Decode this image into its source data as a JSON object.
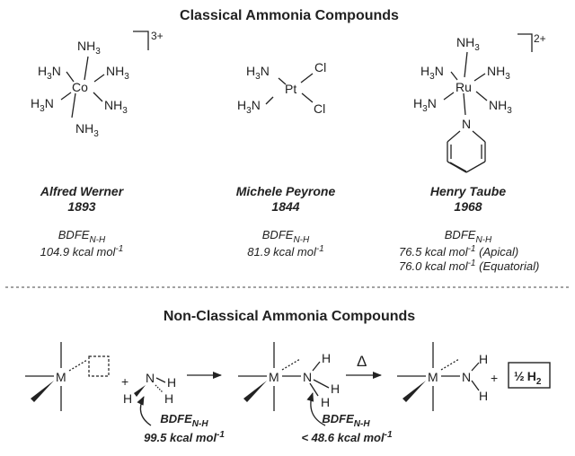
{
  "titles": {
    "classical": "Classical Ammonia Compounds",
    "non_classical": "Non-Classical Ammonia Compounds"
  },
  "atoms": {
    "co": "Co",
    "pt": "Pt",
    "ru": "Ru",
    "n": "N",
    "h": "H",
    "m": "M",
    "cl": "Cl",
    "nh3": "NH",
    "nh3_sub": "3",
    "h3n": "H",
    "h3n_sub": "3",
    "h3n_n": "N"
  },
  "charges": {
    "werner": "3+",
    "taube": "2+"
  },
  "compounds": [
    {
      "name": "Alfred Werner",
      "year": "1893",
      "bdfe_label": "BDFE",
      "bdfe_sub": "N-H",
      "values": [
        {
          "text": "104.9 kcal mol",
          "sup": "-1",
          "note": ""
        }
      ]
    },
    {
      "name": "Michele Peyrone",
      "year": "1844",
      "bdfe_label": "BDFE",
      "bdfe_sub": "N-H",
      "values": [
        {
          "text": "81.9 kcal mol",
          "sup": "-1",
          "note": ""
        }
      ]
    },
    {
      "name": "Henry Taube",
      "year": "1968",
      "bdfe_label": "BDFE",
      "bdfe_sub": "N-H",
      "values": [
        {
          "text": "76.5 kcal mol",
          "sup": "-1",
          "note": " (Apical)"
        },
        {
          "text": "76.0 kcal mol",
          "sup": "-1",
          "note": " (Equatorial)"
        }
      ]
    }
  ],
  "reaction": {
    "plus": "+",
    "delta": "Δ",
    "bdfe_label": "BDFE",
    "bdfe_sub": "N-H",
    "bdfe_ammonia": "99.5 kcal mol",
    "bdfe_ammonia_sup": "-1",
    "bdfe_complex": "< 48.6 kcal mol",
    "bdfe_complex_sup": "-1",
    "product_box_frac": "½",
    "product_box_h": "H",
    "product_box_sub": "2"
  }
}
